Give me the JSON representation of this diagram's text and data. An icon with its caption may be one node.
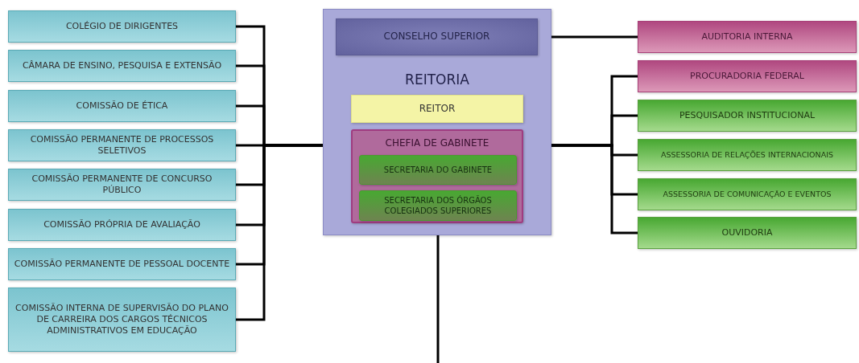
{
  "diagram": {
    "nodes": [
      {
        "text": [
          "COLÉGIO DE DIRIGENTES"
        ]
      },
      {
        "text": [
          "CÂMARA DE ENSINO, PESQUISA E EXTENSÃO"
        ]
      },
      {
        "text": [
          "COMISSÃO DE ÉTICA"
        ]
      },
      {
        "text": [
          "COMISSÃO PERMANENTE DE PROCESSOS SELETIVOS"
        ]
      },
      {
        "text": [
          "COMISSÃO PERMANENTE DE CONCURSO PÚBLICO"
        ]
      },
      {
        "text": [
          "COMISSÃO PRÓPRIA DE AVALIAÇÃO"
        ]
      },
      {
        "text": [
          "COMISSÃO PERMANENTE DE PESSOAL DOCENTE"
        ]
      },
      {
        "text": [
          "COMISSÃO INTERNA DE SUPERVISÃO DO PLANO DE CARREIRA DOS CARGOS TÉCNICOS ADMINISTRATIVOS EM EDUCAÇÃO"
        ]
      },
      {
        "text": [
          "REITORIA"
        ]
      },
      {
        "text": [
          "CONSELHO SUPERIOR"
        ],
        "in": 8
      },
      {
        "text": [
          "REITOR"
        ],
        "in": 8
      },
      {
        "text": [
          "CHEFIA DE GABINETE"
        ],
        "in": 8
      },
      {
        "text": [
          "SECRETARIA DO GABINETE"
        ],
        "in": 11
      },
      {
        "text": [
          "SECRETARIA DOS ÓRGÃOS COLEGIADOS SUPERIORES"
        ],
        "in": 11
      },
      {
        "text": [
          "AUDITORIA INTERNA"
        ]
      },
      {
        "text": [
          "PROCURADORIA FEDERAL"
        ]
      },
      {
        "text": [
          "PESQUISADOR INSTITUCIONAL"
        ]
      },
      {
        "text": [
          "ASSESSORIA DE RELAÇÕES INTERNACIONAIS"
        ]
      },
      {
        "text": [
          "ASSESSORIA DE COMUNICAÇÃO E EVENTOS"
        ]
      },
      {
        "text": [
          "OUVIDORIA"
        ]
      }
    ],
    "edges": [
      {
        "from": 0,
        "to": 8,
        "arrow": "none"
      },
      {
        "from": 1,
        "to": 8,
        "arrow": "none"
      },
      {
        "from": 2,
        "to": 8,
        "arrow": "none"
      },
      {
        "from": 3,
        "to": 8,
        "arrow": "none"
      },
      {
        "from": 4,
        "to": 8,
        "arrow": "none"
      },
      {
        "from": 5,
        "to": 8,
        "arrow": "none"
      },
      {
        "from": 6,
        "to": 8,
        "arrow": "none"
      },
      {
        "from": 7,
        "to": 8,
        "arrow": "none"
      },
      {
        "from": 9,
        "to": 14,
        "arrow": "none"
      },
      {
        "from": 8,
        "to": 15,
        "arrow": "none"
      },
      {
        "from": 8,
        "to": 16,
        "arrow": "none"
      },
      {
        "from": 8,
        "to": 17,
        "arrow": "none"
      },
      {
        "from": 8,
        "to": 18,
        "arrow": "none"
      },
      {
        "from": 8,
        "to": 19,
        "arrow": "none"
      },
      {
        "from": 8,
        "to": null,
        "arrow": "none"
      }
    ]
  }
}
